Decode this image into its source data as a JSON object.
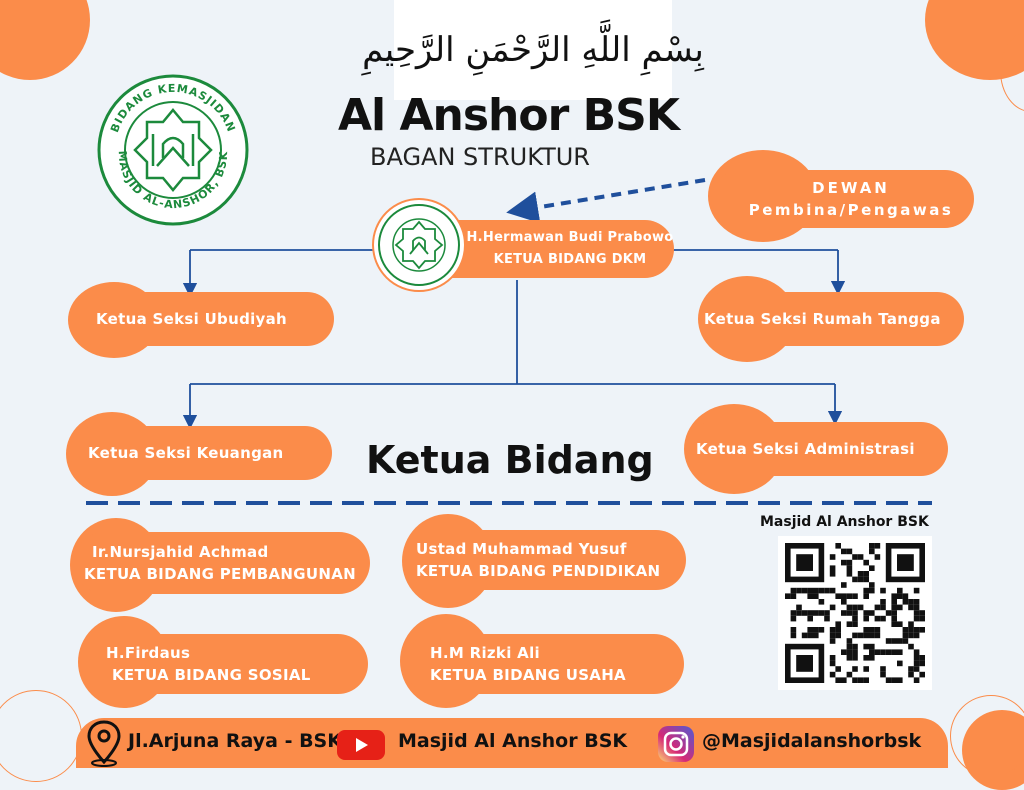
{
  "header": {
    "basmalah": "بِسْمِ اللَّهِ الرَّحْمَنِ الرَّحِيمِ",
    "title": "Al Anshor BSK",
    "subtitle": "BAGAN STRUKTUR"
  },
  "logo": {
    "top_text": "BIDANG KEMASJIDAN",
    "bottom_text": "MASJID AL-ANSHOR, BSK",
    "green": "#1c8a3c"
  },
  "dewan": {
    "line1": "DEWAN",
    "line2": "Pembina/Pengawas"
  },
  "ketua_dkm": {
    "name": "H.Hermawan Budi Prabowo",
    "role": "KETUA BIDANG DKM"
  },
  "seksi": {
    "ubudiyah": "Ketua Seksi Ubudiyah",
    "rumah_tangga": "Ketua Seksi Rumah Tangga",
    "keuangan": "Ketua Seksi Keuangan",
    "administrasi": "Ketua Seksi Administrasi"
  },
  "ketua_bidang_label": "Ketua Bidang",
  "bidang": [
    {
      "name": "Ir.Nursjahid Achmad",
      "role": "KETUA BIDANG PEMBANGUNAN"
    },
    {
      "name": "Ustad Muhammad Yusuf",
      "role": "KETUA BIDANG PENDIDIKAN"
    },
    {
      "name": "H.Firdaus",
      "role": "KETUA BIDANG SOSIAL"
    },
    {
      "name": "H.M Rizki Ali",
      "role": "KETUA BIDANG USAHA"
    }
  ],
  "qr": {
    "label": "Masjid Al Anshor BSK"
  },
  "footer": {
    "address": "Jl.Arjuna Raya - BSK",
    "youtube": "Masjid Al Anshor BSK",
    "instagram": "@Masjidalanshorbsk"
  },
  "colors": {
    "accent": "#fb8c4a",
    "background": "#eef3f8",
    "connector": "#1f4f9c",
    "youtube": "#e62117"
  },
  "icons": [
    "location-pin-icon",
    "youtube-icon",
    "instagram-icon"
  ]
}
